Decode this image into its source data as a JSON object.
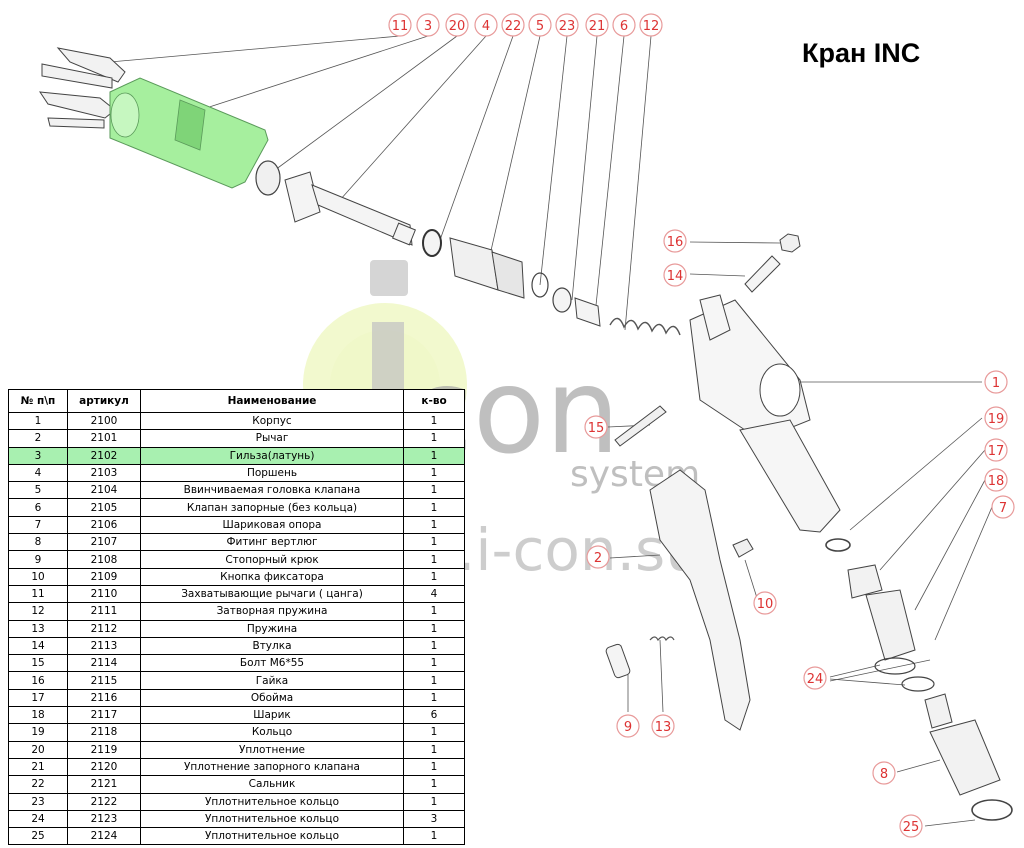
{
  "title": "Кран INC",
  "watermark": {
    "brand_i": "i",
    "brand": "con",
    "sub": "system",
    "url": "www.i-con.su"
  },
  "table": {
    "headers": [
      "№ п\\п",
      "артикул",
      "Наименование",
      "к-во"
    ],
    "highlighted_row": 2,
    "rows": [
      [
        "1",
        "2100",
        "Корпус",
        "1"
      ],
      [
        "2",
        "2101",
        "Рычаг",
        "1"
      ],
      [
        "3",
        "2102",
        "Гильза(латунь)",
        "1"
      ],
      [
        "4",
        "2103",
        "Поршень",
        "1"
      ],
      [
        "5",
        "2104",
        "Ввинчиваемая головка клапана",
        "1"
      ],
      [
        "6",
        "2105",
        "Клапан запорные (без кольца)",
        "1"
      ],
      [
        "7",
        "2106",
        "Шариковая опора",
        "1"
      ],
      [
        "8",
        "2107",
        "Фитинг вертлюг",
        "1"
      ],
      [
        "9",
        "2108",
        "Стопорный крюк",
        "1"
      ],
      [
        "10",
        "2109",
        "Кнопка фиксатора",
        "1"
      ],
      [
        "11",
        "2110",
        "Захватывающие рычаги ( цанга)",
        "4"
      ],
      [
        "12",
        "2111",
        "Затворная пружина",
        "1"
      ],
      [
        "13",
        "2112",
        "Пружина",
        "1"
      ],
      [
        "14",
        "2113",
        "Втулка",
        "1"
      ],
      [
        "15",
        "2114",
        "Болт М6*55",
        "1"
      ],
      [
        "16",
        "2115",
        "Гайка",
        "1"
      ],
      [
        "17",
        "2116",
        "Обойма",
        "1"
      ],
      [
        "18",
        "2117",
        "Шарик",
        "6"
      ],
      [
        "19",
        "2118",
        "Кольцо",
        "1"
      ],
      [
        "20",
        "2119",
        "Уплотнение",
        "1"
      ],
      [
        "21",
        "2120",
        "Уплотнение запорного клапана",
        "1"
      ],
      [
        "22",
        "2121",
        "Сальник",
        "1"
      ],
      [
        "23",
        "2122",
        "Уплотнительное кольцо",
        "1"
      ],
      [
        "24",
        "2123",
        "Уплотнительное кольцо",
        "3"
      ],
      [
        "25",
        "2124",
        "Уплотнительное кольцо",
        "1"
      ]
    ]
  },
  "callouts": {
    "top": [
      "11",
      "3",
      "20",
      "4",
      "22",
      "5",
      "23",
      "21",
      "6",
      "12"
    ],
    "c16": "16",
    "c14": "14",
    "c1": "1",
    "c19": "19",
    "c17": "17",
    "c18": "18",
    "c7": "7",
    "c15": "15",
    "c2": "2",
    "c10": "10",
    "c24": "24",
    "c9": "9",
    "c13": "13",
    "c8": "8",
    "c25": "25"
  },
  "colors": {
    "highlight": "#a8f0b0",
    "callout_text": "#dd3333",
    "callout_ring": "#e89a9a",
    "green_part": "#a6ef9e"
  }
}
